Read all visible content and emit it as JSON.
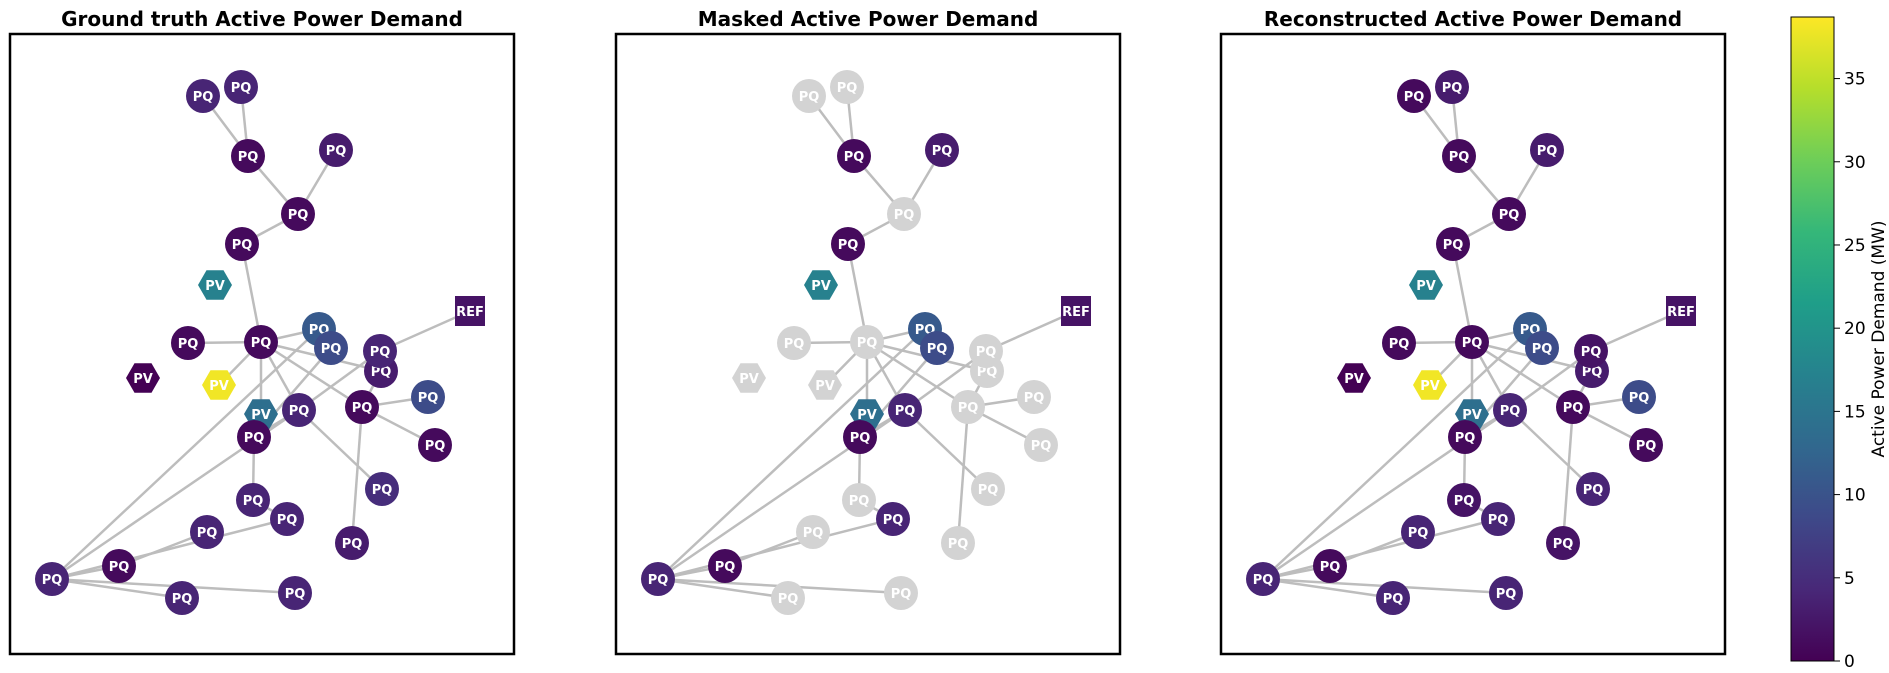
{
  "panels": [
    {
      "title": "Ground truth Active Power Demand",
      "masked": [],
      "values": [
        4,
        4,
        1,
        3,
        1,
        1,
        1,
        17,
        0,
        11,
        1,
        9,
        38,
        14,
        4,
        1,
        3,
        4,
        1,
        9,
        1,
        4,
        5,
        3,
        4,
        1,
        4,
        4,
        4,
        4,
        2
      ]
    },
    {
      "title": "Masked Active Power Demand",
      "masked": [
        0,
        1,
        4,
        6,
        8,
        10,
        12,
        16,
        17,
        18,
        19,
        20,
        21,
        22,
        23,
        24,
        27,
        29
      ],
      "values": [
        4,
        4,
        1,
        3,
        1,
        1,
        1,
        17,
        0,
        11,
        1,
        9,
        38,
        14,
        4,
        1,
        3,
        4,
        1,
        9,
        1,
        4,
        5,
        3,
        4,
        1,
        4,
        4,
        4,
        4,
        2
      ]
    },
    {
      "title": "Reconstructed Active Power Demand",
      "masked": [],
      "values": [
        1,
        3,
        1,
        3,
        1,
        1,
        1,
        17,
        0,
        11,
        1,
        9,
        38,
        14,
        4,
        1,
        3,
        2,
        1,
        9,
        1,
        2,
        4,
        2,
        4,
        1,
        4,
        4,
        4,
        4,
        2
      ]
    }
  ],
  "nodes": {
    "labels": [
      "PQ",
      "PQ",
      "PQ",
      "PQ",
      "PQ",
      "PQ",
      "PQ",
      "PV",
      "PV",
      "PQ",
      "PQ",
      "PQ",
      "PV",
      "PV",
      "PQ",
      "PQ",
      "PQ",
      "PQ",
      "PQ",
      "PQ",
      "PQ",
      "PQ",
      "PQ",
      "PQ",
      "PQ",
      "PQ",
      "PQ",
      "PQ",
      "PQ",
      "PQ",
      "REF"
    ],
    "shapes": [
      "circle",
      "circle",
      "circle",
      "circle",
      "circle",
      "circle",
      "circle",
      "hexagon",
      "hexagon",
      "circle",
      "circle",
      "circle",
      "hexagon",
      "hexagon",
      "circle",
      "circle",
      "circle",
      "circle",
      "circle",
      "circle",
      "circle",
      "circle",
      "circle",
      "circle",
      "circle",
      "circle",
      "circle",
      "circle",
      "circle",
      "circle",
      "square"
    ]
  },
  "edges": [
    [
      0,
      2
    ],
    [
      1,
      2
    ],
    [
      2,
      4
    ],
    [
      4,
      3
    ],
    [
      4,
      5
    ],
    [
      5,
      10
    ],
    [
      6,
      10
    ],
    [
      10,
      9
    ],
    [
      10,
      12
    ],
    [
      10,
      13
    ],
    [
      10,
      14
    ],
    [
      10,
      16
    ],
    [
      10,
      18
    ],
    [
      11,
      15
    ],
    [
      11,
      9
    ],
    [
      15,
      14
    ],
    [
      15,
      21
    ],
    [
      14,
      17
    ],
    [
      14,
      22
    ],
    [
      16,
      17
    ],
    [
      16,
      18
    ],
    [
      17,
      30
    ],
    [
      18,
      19
    ],
    [
      18,
      20
    ],
    [
      18,
      23
    ],
    [
      14,
      26
    ],
    [
      24,
      25
    ],
    [
      25,
      26
    ],
    [
      26,
      27
    ],
    [
      26,
      28
    ],
    [
      26,
      29
    ],
    [
      28,
      21
    ],
    [
      26,
      9
    ]
  ],
  "colorbar": {
    "label": "Active Power Demand (MW)",
    "min": 0,
    "max": 38.7,
    "ticks": [
      "0",
      "5",
      "10",
      "15",
      "20",
      "25",
      "30",
      "35"
    ],
    "stops": [
      "#440154",
      "#482878",
      "#3e4989",
      "#31688e",
      "#26828e",
      "#1f9e89",
      "#35b779",
      "#6ece58",
      "#b5de2b",
      "#fde725"
    ],
    "masked_color": "#d3d3d3",
    "edge_color": "#bdbdbd"
  }
}
